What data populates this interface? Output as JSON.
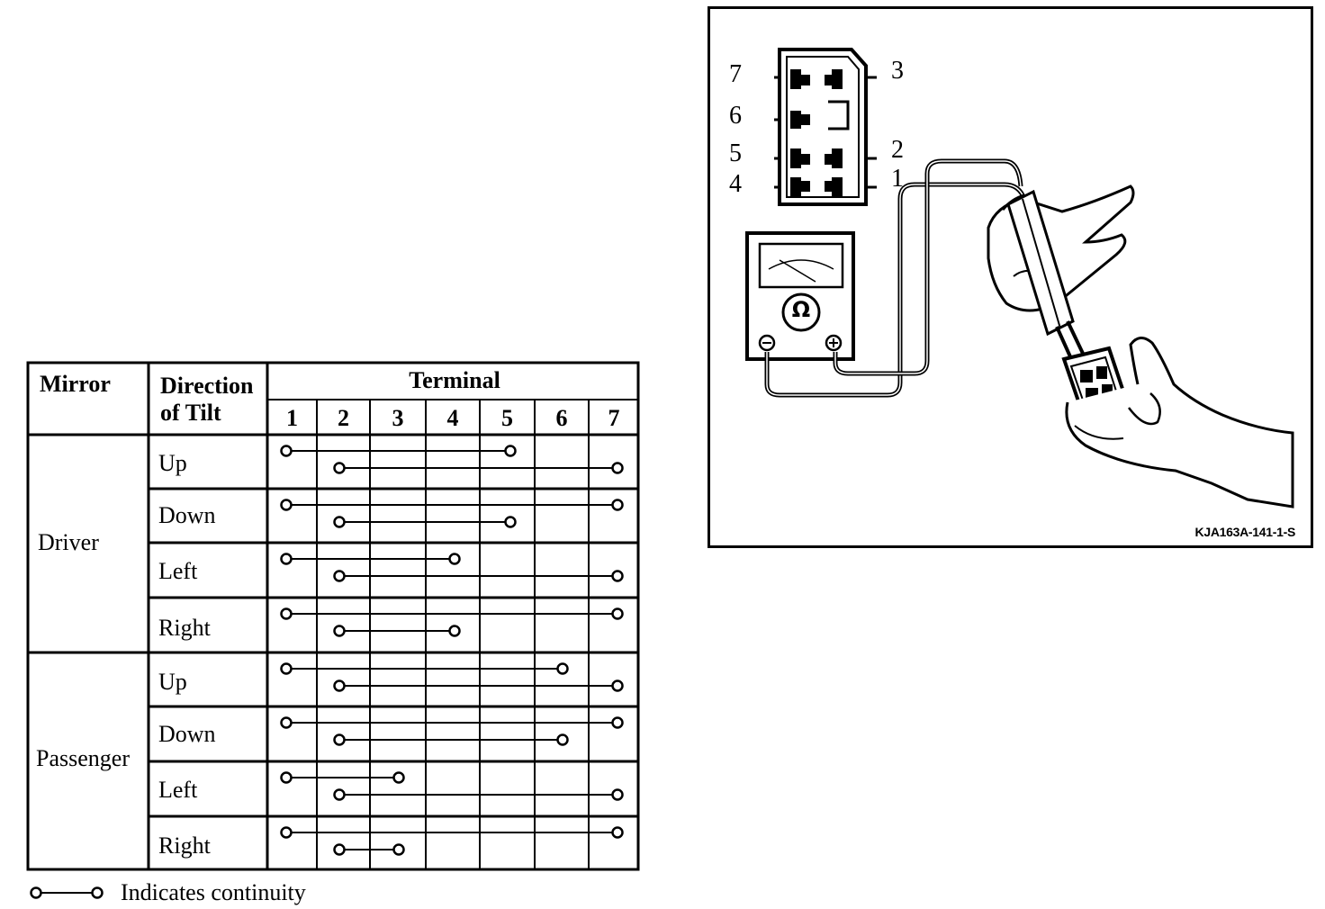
{
  "table": {
    "header": {
      "mirror": "Mirror",
      "direction_line1": "Direction",
      "direction_line2": "of Tilt",
      "terminal": "Terminal"
    },
    "terminals": [
      "1",
      "2",
      "3",
      "4",
      "5",
      "6",
      "7"
    ],
    "groups": [
      {
        "name": "Driver",
        "rows": [
          {
            "direction": "Up",
            "links": [
              [
                1,
                5
              ],
              [
                2,
                7
              ]
            ]
          },
          {
            "direction": "Down",
            "links": [
              [
                1,
                7
              ],
              [
                2,
                5
              ]
            ]
          },
          {
            "direction": "Left",
            "links": [
              [
                1,
                4
              ],
              [
                2,
                7
              ]
            ]
          },
          {
            "direction": "Right",
            "links": [
              [
                1,
                7
              ],
              [
                2,
                4
              ]
            ]
          }
        ]
      },
      {
        "name": "Passenger",
        "rows": [
          {
            "direction": "Up",
            "links": [
              [
                1,
                6
              ],
              [
                2,
                7
              ]
            ]
          },
          {
            "direction": "Down",
            "links": [
              [
                1,
                7
              ],
              [
                2,
                6
              ]
            ]
          },
          {
            "direction": "Left",
            "links": [
              [
                1,
                3
              ],
              [
                2,
                7
              ]
            ]
          },
          {
            "direction": "Right",
            "links": [
              [
                1,
                7
              ],
              [
                2,
                3
              ]
            ]
          }
        ]
      }
    ]
  },
  "legend": {
    "label": "Indicates continuity"
  },
  "figure": {
    "connector_pins_left": [
      "7",
      "6",
      "5",
      "4"
    ],
    "connector_pins_right": [
      "3",
      "2",
      "1"
    ],
    "meter_symbol": "Ω",
    "code": "KJA163A-141-1-S"
  }
}
